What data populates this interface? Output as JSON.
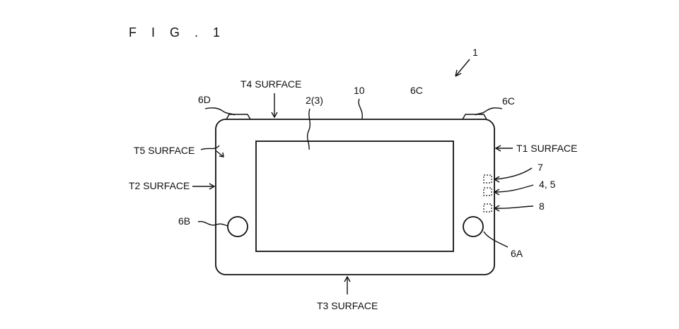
{
  "figure": {
    "title": "F I G . 1"
  },
  "labels": {
    "device_ref": "1",
    "button_6c_top": "6C",
    "button_6c": "6C",
    "button_6d": "6D",
    "housing_edge": "10",
    "display": "2(3)",
    "t1_surface": "T1 SURFACE",
    "t2_surface": "T2 SURFACE",
    "t3_surface": "T3 SURFACE",
    "t4_surface": "T4 SURFACE",
    "t5_surface": "T5 SURFACE",
    "component_7": "7",
    "component_4_5": "4, 5",
    "component_8": "8",
    "button_6a": "6A",
    "button_6b": "6B"
  }
}
